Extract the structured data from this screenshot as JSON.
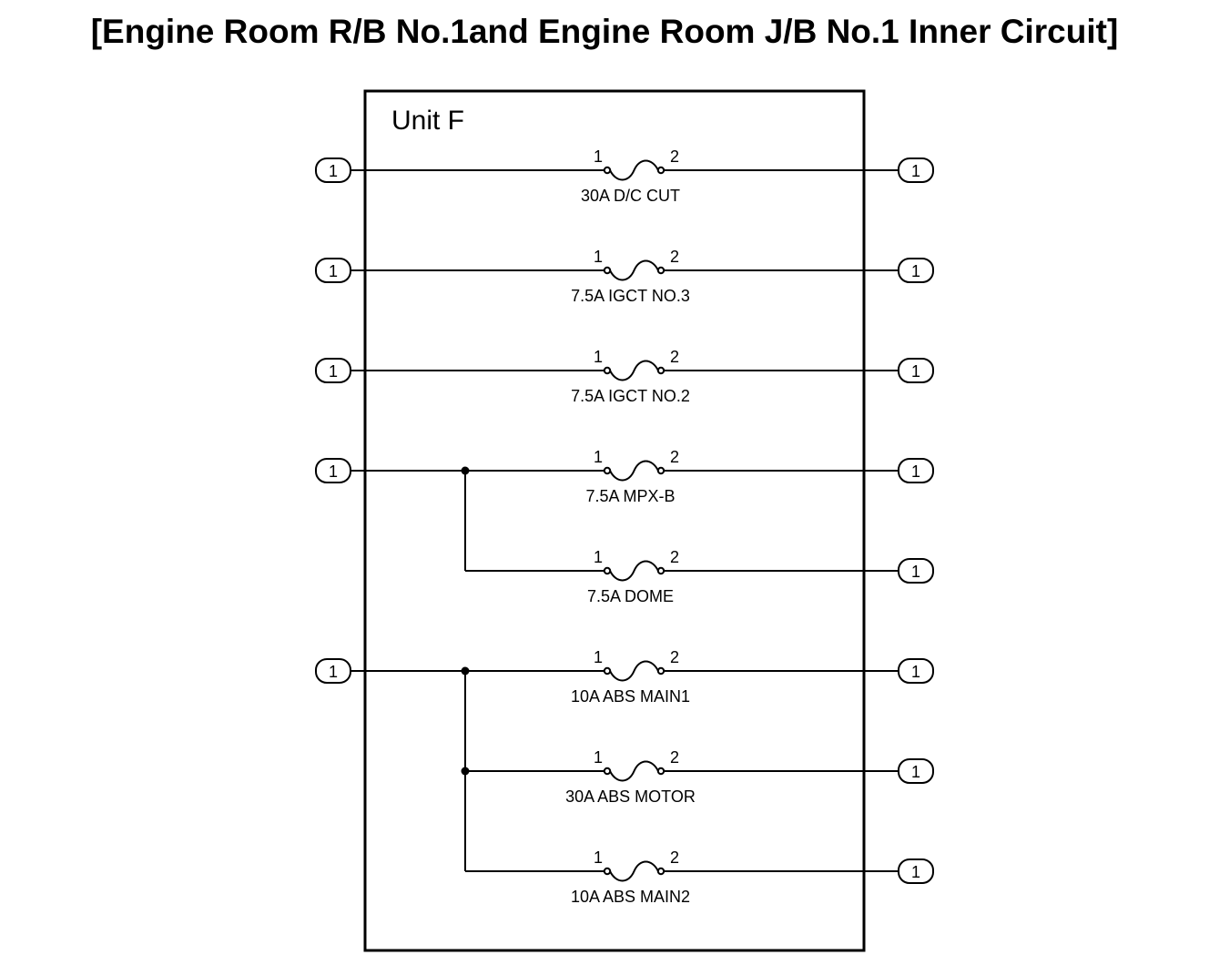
{
  "title": "[Engine Room R/B No.1and Engine Room J/B No.1 Inner Circuit]",
  "unit_label": "Unit F",
  "pin_labels": {
    "in": "1",
    "out": "2"
  },
  "connector_label": "1",
  "fuses": [
    {
      "label": "30A D/C CUT",
      "input_group": 1
    },
    {
      "label": "7.5A IGCT NO.3",
      "input_group": 2
    },
    {
      "label": "7.5A IGCT NO.2",
      "input_group": 3
    },
    {
      "label": "7.5A MPX-B",
      "input_group": 4
    },
    {
      "label": "7.5A DOME",
      "input_group": 4
    },
    {
      "label": "10A ABS MAIN1",
      "input_group": 5
    },
    {
      "label": "30A ABS MOTOR",
      "input_group": 5
    },
    {
      "label": "10A ABS MAIN2",
      "input_group": 5
    }
  ]
}
